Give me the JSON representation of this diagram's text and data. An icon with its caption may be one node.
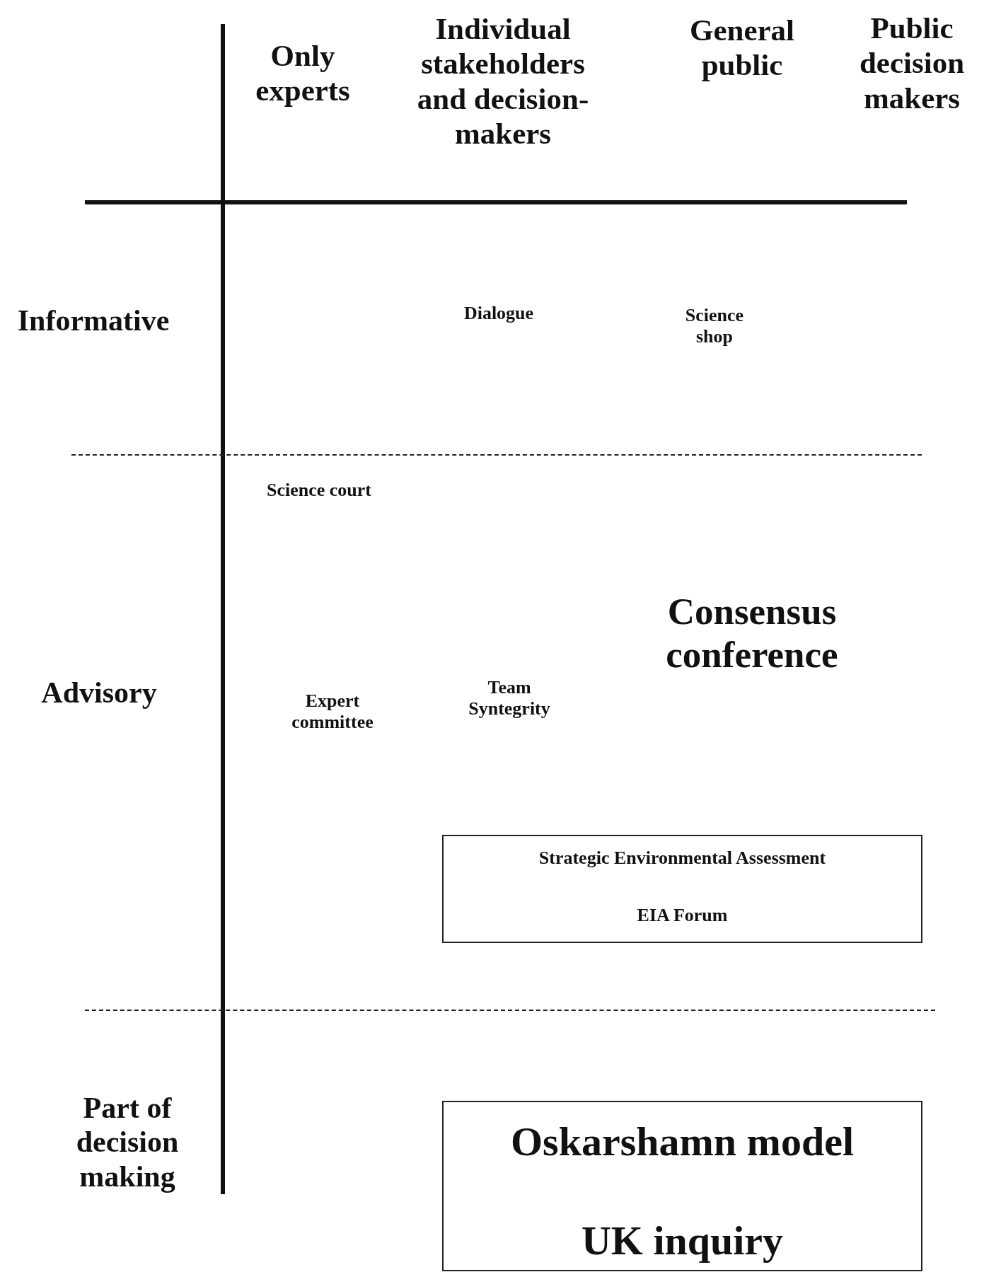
{
  "diagram": {
    "nodes": [
      {
        "text": [
          "Strategic Environmental Assessment",
          "EIA Forum"
        ]
      },
      {
        "text": [
          "Oskarshamn model",
          "UK inquiry"
        ]
      }
    ],
    "labels": [
      "Individual stakeholders and decision-makers",
      "General public",
      "Public decision makers",
      "Only experts",
      "Informative",
      "Dialogue",
      "Science shop",
      "Science court",
      "Consensus conference",
      "Advisory",
      "Team Syntegrity",
      "Expert committee",
      "Part of decision making"
    ]
  }
}
